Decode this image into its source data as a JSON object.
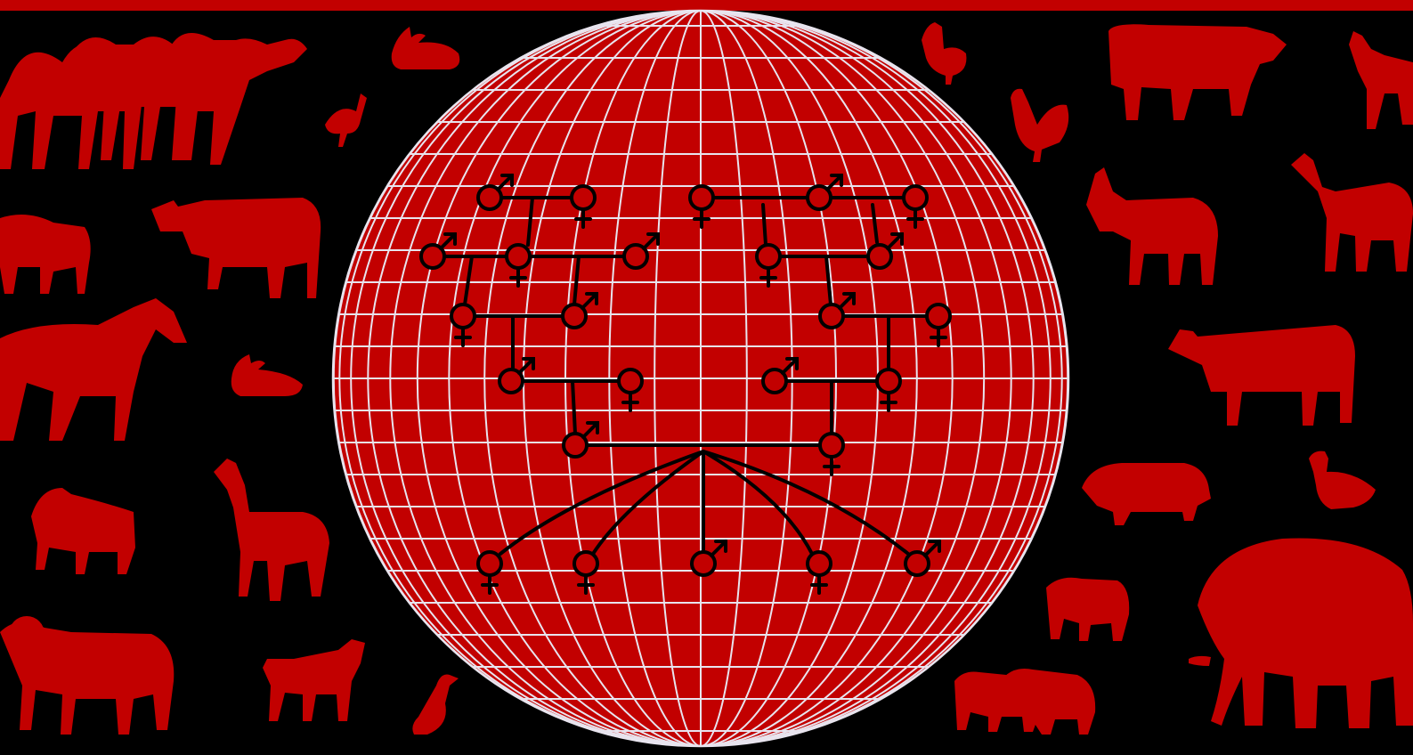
{
  "colors": {
    "background": "#000000",
    "primary_red": "#c20000",
    "grid_line": "#e8e4ee",
    "pedigree_line": "#000000"
  },
  "animals": {
    "left": [
      "camel",
      "camel",
      "camel",
      "chicken",
      "rabbit",
      "sheep",
      "cattle",
      "horse",
      "rabbit",
      "goat",
      "llama",
      "ram",
      "goat",
      "duck"
    ],
    "right": [
      "chicken",
      "rooster",
      "cattle",
      "goat",
      "donkey",
      "llama",
      "cattle",
      "pig",
      "duck",
      "sheep",
      "sheep",
      "sheep",
      "elephant"
    ]
  },
  "pedigree": {
    "nodes": [
      {
        "sex": "male"
      },
      {
        "sex": "female"
      },
      {
        "sex": "female"
      },
      {
        "sex": "male"
      },
      {
        "sex": "female"
      },
      {
        "sex": "male"
      },
      {
        "sex": "female"
      },
      {
        "sex": "male"
      },
      {
        "sex": "female"
      },
      {
        "sex": "male"
      },
      {
        "sex": "female"
      },
      {
        "sex": "male"
      },
      {
        "sex": "male"
      },
      {
        "sex": "female"
      },
      {
        "sex": "male"
      },
      {
        "sex": "female"
      },
      {
        "sex": "male"
      },
      {
        "sex": "female"
      },
      {
        "sex": "male"
      },
      {
        "sex": "female"
      },
      {
        "sex": "female"
      },
      {
        "sex": "female"
      },
      {
        "sex": "male"
      },
      {
        "sex": "female"
      },
      {
        "sex": "male"
      }
    ]
  }
}
